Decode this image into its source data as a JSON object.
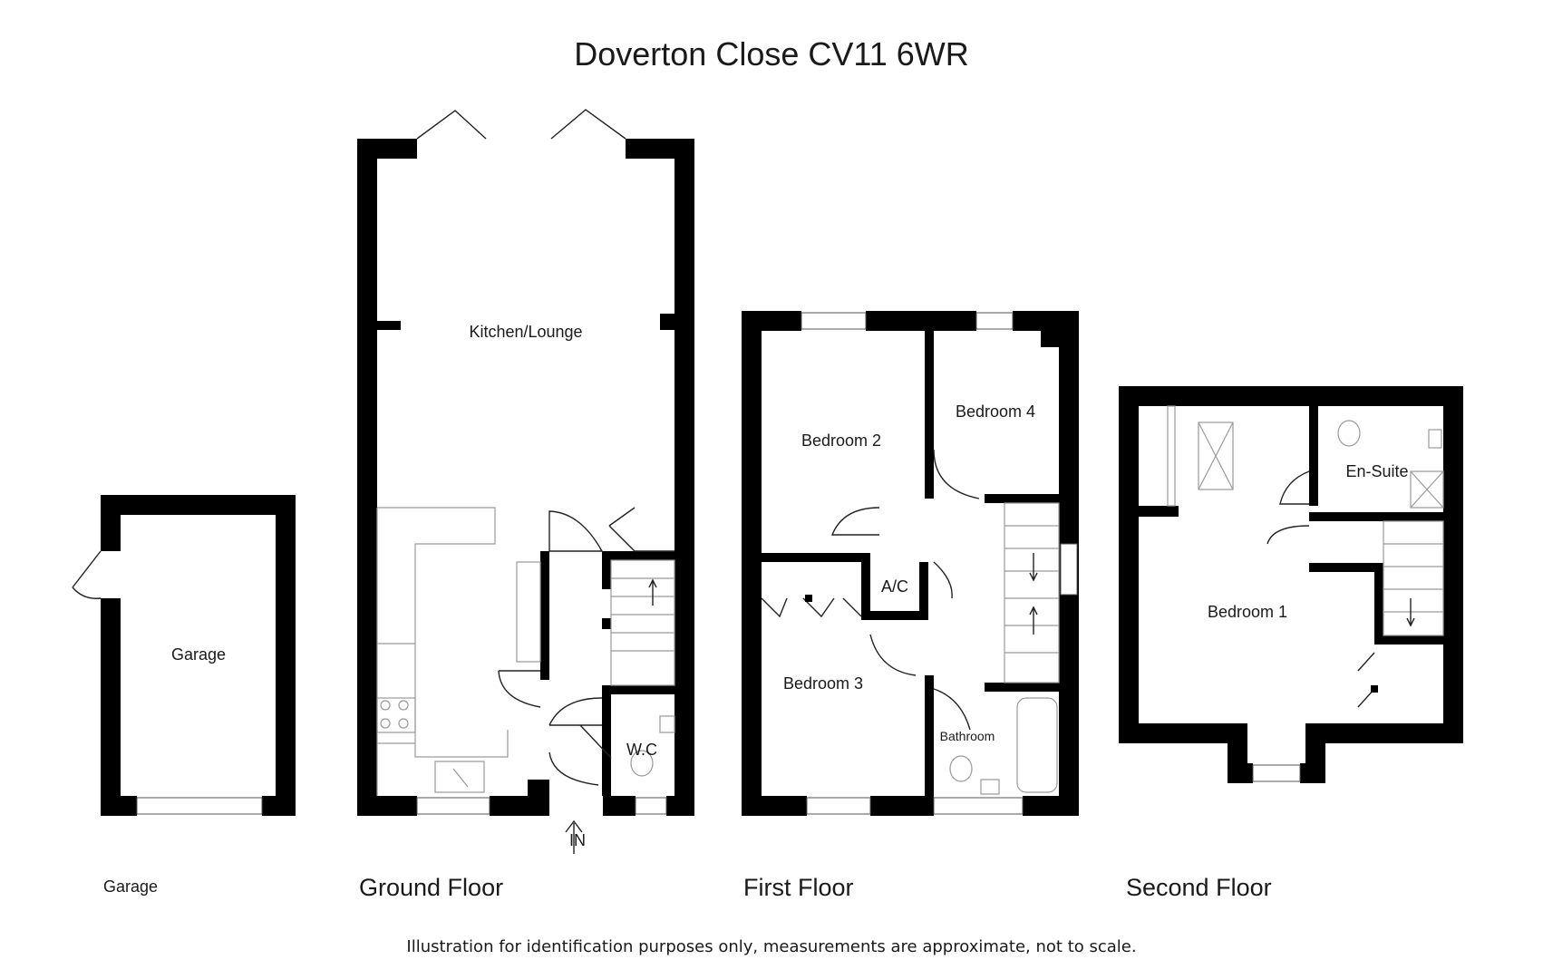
{
  "title": "Doverton Close CV11 6WR",
  "rooms": {
    "garage": "Garage",
    "kitchen_lounge": "Kitchen/Lounge",
    "wc": "W.C",
    "entrance": "IN",
    "bedroom2": "Bedroom 2",
    "bedroom3": "Bedroom 3",
    "bedroom4": "Bedroom 4",
    "airing_cupboard": "A/C",
    "bathroom": "Bathroom",
    "bedroom1": "Bedroom 1",
    "en_suite": "En-Suite"
  },
  "floor_labels": {
    "garage": "Garage",
    "ground": "Ground Floor",
    "first": "First Floor",
    "second": "Second Floor"
  },
  "disclaimer": "Illustration for identification purposes only, measurements are approximate, not to scale."
}
